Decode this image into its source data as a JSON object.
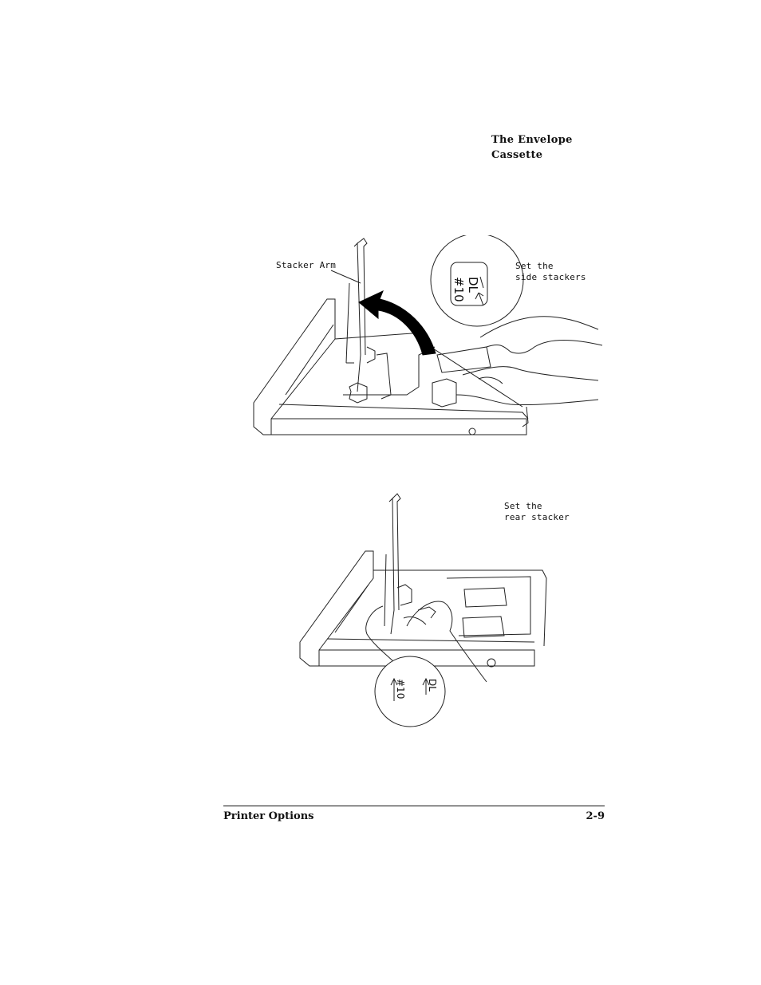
{
  "header": {
    "heading_line1": "The Envelope",
    "heading_line2": "Cassette"
  },
  "figure1": {
    "stacker_arm_label": "Stacker Arm",
    "callout_line1": "Set the",
    "callout_line2": "side stackers",
    "inset_text_top": "DL",
    "inset_text_bottom": "#10"
  },
  "figure2": {
    "callout_line1": "Set the",
    "callout_line2": "rear stacker",
    "inset_text_left": "#10",
    "inset_text_right": "DL"
  },
  "footer": {
    "section": "Printer Options",
    "page_number": "2-9"
  }
}
